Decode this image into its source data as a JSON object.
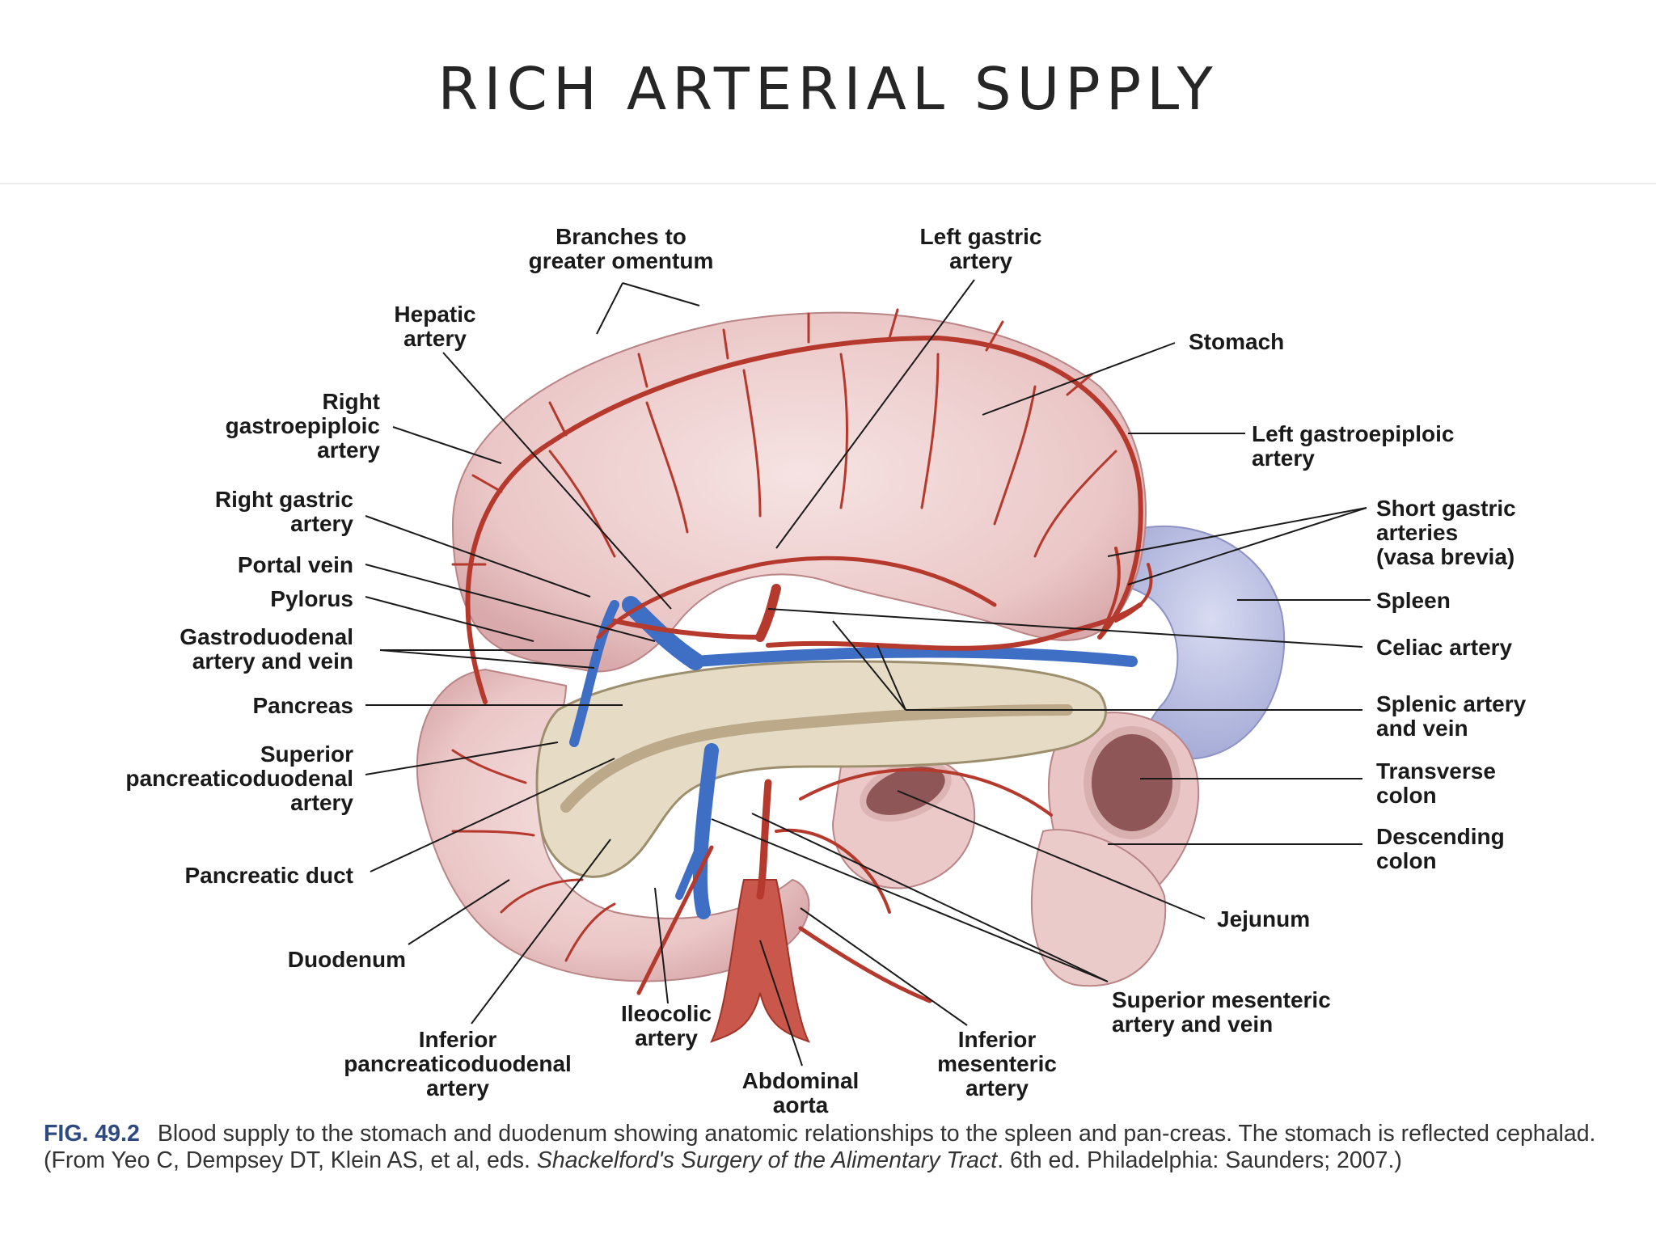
{
  "slide": {
    "title": "RICH ARTERIAL SUPPLY"
  },
  "labels": {
    "branches_omentum": [
      "Branches to",
      "greater omentum"
    ],
    "left_gastric": [
      "Left gastric",
      "artery"
    ],
    "hepatic": [
      "Hepatic",
      "artery"
    ],
    "stomach": [
      "Stomach"
    ],
    "right_gastroepiploic": [
      "Right",
      "gastroepiploic",
      "artery"
    ],
    "left_gastroepiploic": [
      "Left gastroepiploic",
      "artery"
    ],
    "right_gastric": [
      "Right gastric",
      "artery"
    ],
    "short_gastric": [
      "Short gastric",
      "arteries",
      "(vasa brevia)"
    ],
    "portal_vein": [
      "Portal vein"
    ],
    "spleen": [
      "Spleen"
    ],
    "pylorus": [
      "Pylorus"
    ],
    "celiac": [
      "Celiac artery"
    ],
    "gastroduodenal": [
      "Gastroduodenal",
      "artery and vein"
    ],
    "pancreas": [
      "Pancreas"
    ],
    "splenic": [
      "Splenic artery",
      "and vein"
    ],
    "sup_pancreaticoduodenal": [
      "Superior",
      "pancreaticoduodenal",
      "artery"
    ],
    "transverse_colon": [
      "Transverse",
      "colon"
    ],
    "descending_colon": [
      "Descending",
      "colon"
    ],
    "pancreatic_duct": [
      "Pancreatic duct"
    ],
    "jejunum": [
      "Jejunum"
    ],
    "duodenum": [
      "Duodenum"
    ],
    "sma_smv": [
      "Superior mesenteric",
      "artery and vein"
    ],
    "inf_pancreaticoduodenal": [
      "Inferior",
      "pancreaticoduodenal",
      "artery"
    ],
    "ileocolic": [
      "Ileocolic",
      "artery"
    ],
    "inf_mesenteric": [
      "Inferior",
      "mesenteric",
      "artery"
    ],
    "abdominal_aorta": [
      "Abdominal",
      "aorta"
    ]
  },
  "caption": {
    "fig_number": "FIG. 49.2",
    "text_1": "Blood supply to the stomach and duodenum showing anatomic relationships to the spleen and pan-creas. The stomach is reflected cephalad. (From Yeo C, Dempsey DT, Klein AS, et al, eds. ",
    "book_title": "Shackelford's Surgery of the Alimentary Tract",
    "text_2": ". 6th ed. Philadelphia: Saunders; 2007.)"
  },
  "colors": {
    "stomach": "#efd0d0",
    "artery": "#b5392c",
    "vein": "#3f6fc4",
    "pancreas": "#e6dcc6",
    "spleen": "#b8bde0",
    "caption_fig": "#2e4a82"
  }
}
